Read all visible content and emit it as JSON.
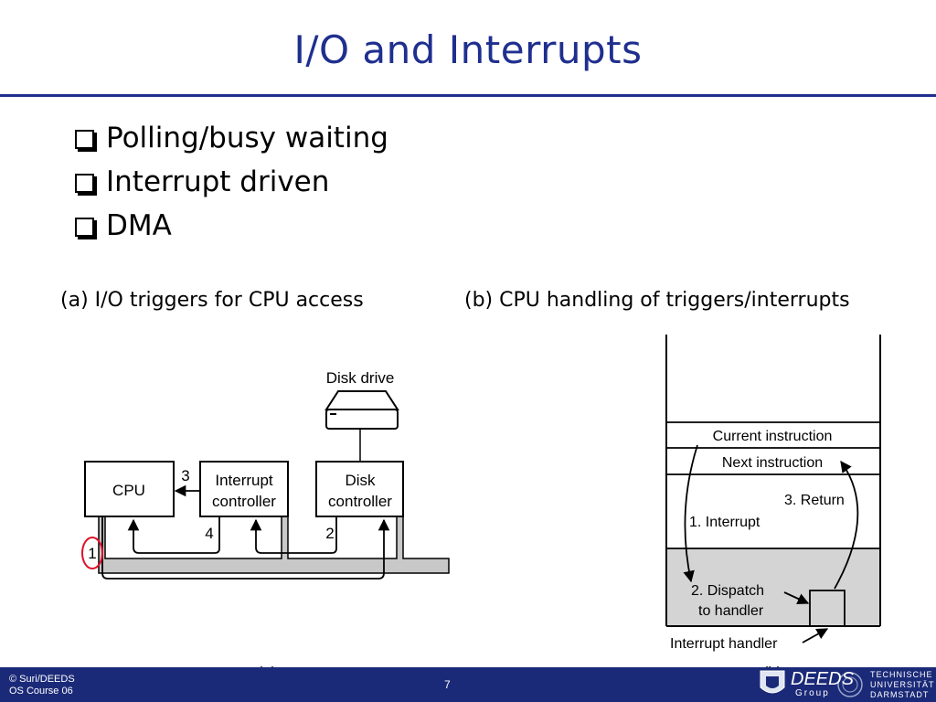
{
  "slide": {
    "title": "I/O and Interrupts",
    "bullets": [
      "Polling/busy waiting",
      "Interrupt driven",
      "DMA"
    ],
    "caption_a": "(a) I/O triggers for CPU access",
    "caption_b": "(b) CPU handling of triggers/interrupts"
  },
  "figure_a": {
    "disk_drive": "Disk drive",
    "cpu": "CPU",
    "interrupt_controller": [
      "Interrupt",
      "controller"
    ],
    "disk_controller": [
      "Disk",
      "controller"
    ],
    "step_1": "1",
    "step_2": "2",
    "step_3": "3",
    "step_4": "4",
    "sublabel": "(a)"
  },
  "figure_b": {
    "current_instruction": "Current instruction",
    "next_instruction": "Next instruction",
    "step_return": "3. Return",
    "step_interrupt": "1. Interrupt",
    "step_dispatch": [
      "2. Dispatch",
      "to handler"
    ],
    "interrupt_handler": "Interrupt handler",
    "sublabel": "(b)"
  },
  "footer": {
    "copyright": [
      "© Suri/DEEDS",
      "OS Course 06"
    ],
    "page_number": "7",
    "group_name": "DEEDS",
    "group_sub": "Group",
    "university": [
      "TECHNISCHE",
      "UNIVERSITÄT",
      "DARMSTADT"
    ]
  },
  "colors": {
    "title_blue": "#1f2f8f",
    "footer_navy": "#1b2a78",
    "bus_gray": "#c8c8c8",
    "handler_gray": "#d4d4d4",
    "highlight_red": "#e0102a"
  }
}
